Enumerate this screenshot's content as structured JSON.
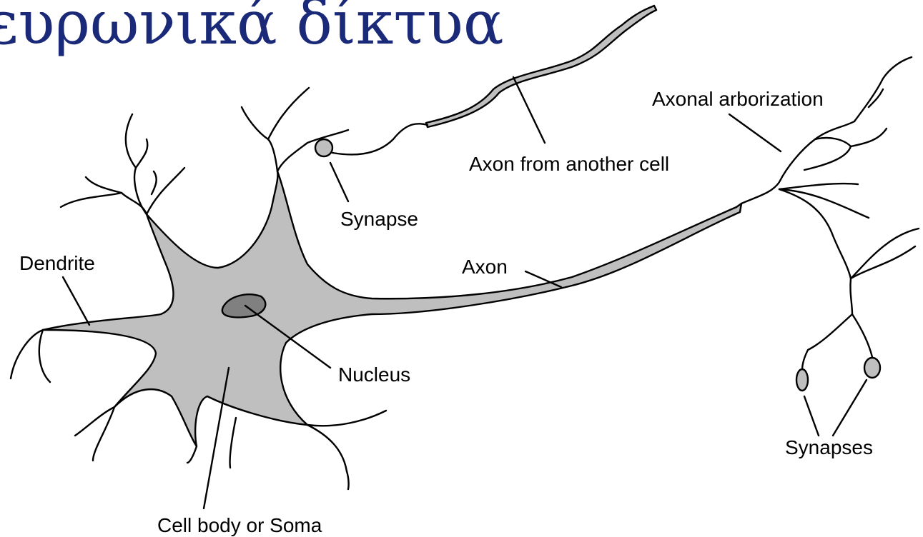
{
  "title": "ευρωνικά δίκτυα",
  "labels": {
    "dendrite": "Dendrite",
    "synapse": "Synapse",
    "axon_from_another_cell": "Axon from another cell",
    "axonal_arborization": "Axonal arborization",
    "axon": "Axon",
    "nucleus": "Nucleus",
    "cell_body": "Cell body or Soma",
    "synapses": "Synapses"
  },
  "colors": {
    "title": "#1a2a78",
    "cell_fill": "#bfbfbf",
    "nucleus_fill": "#808080",
    "outline": "#000000"
  }
}
